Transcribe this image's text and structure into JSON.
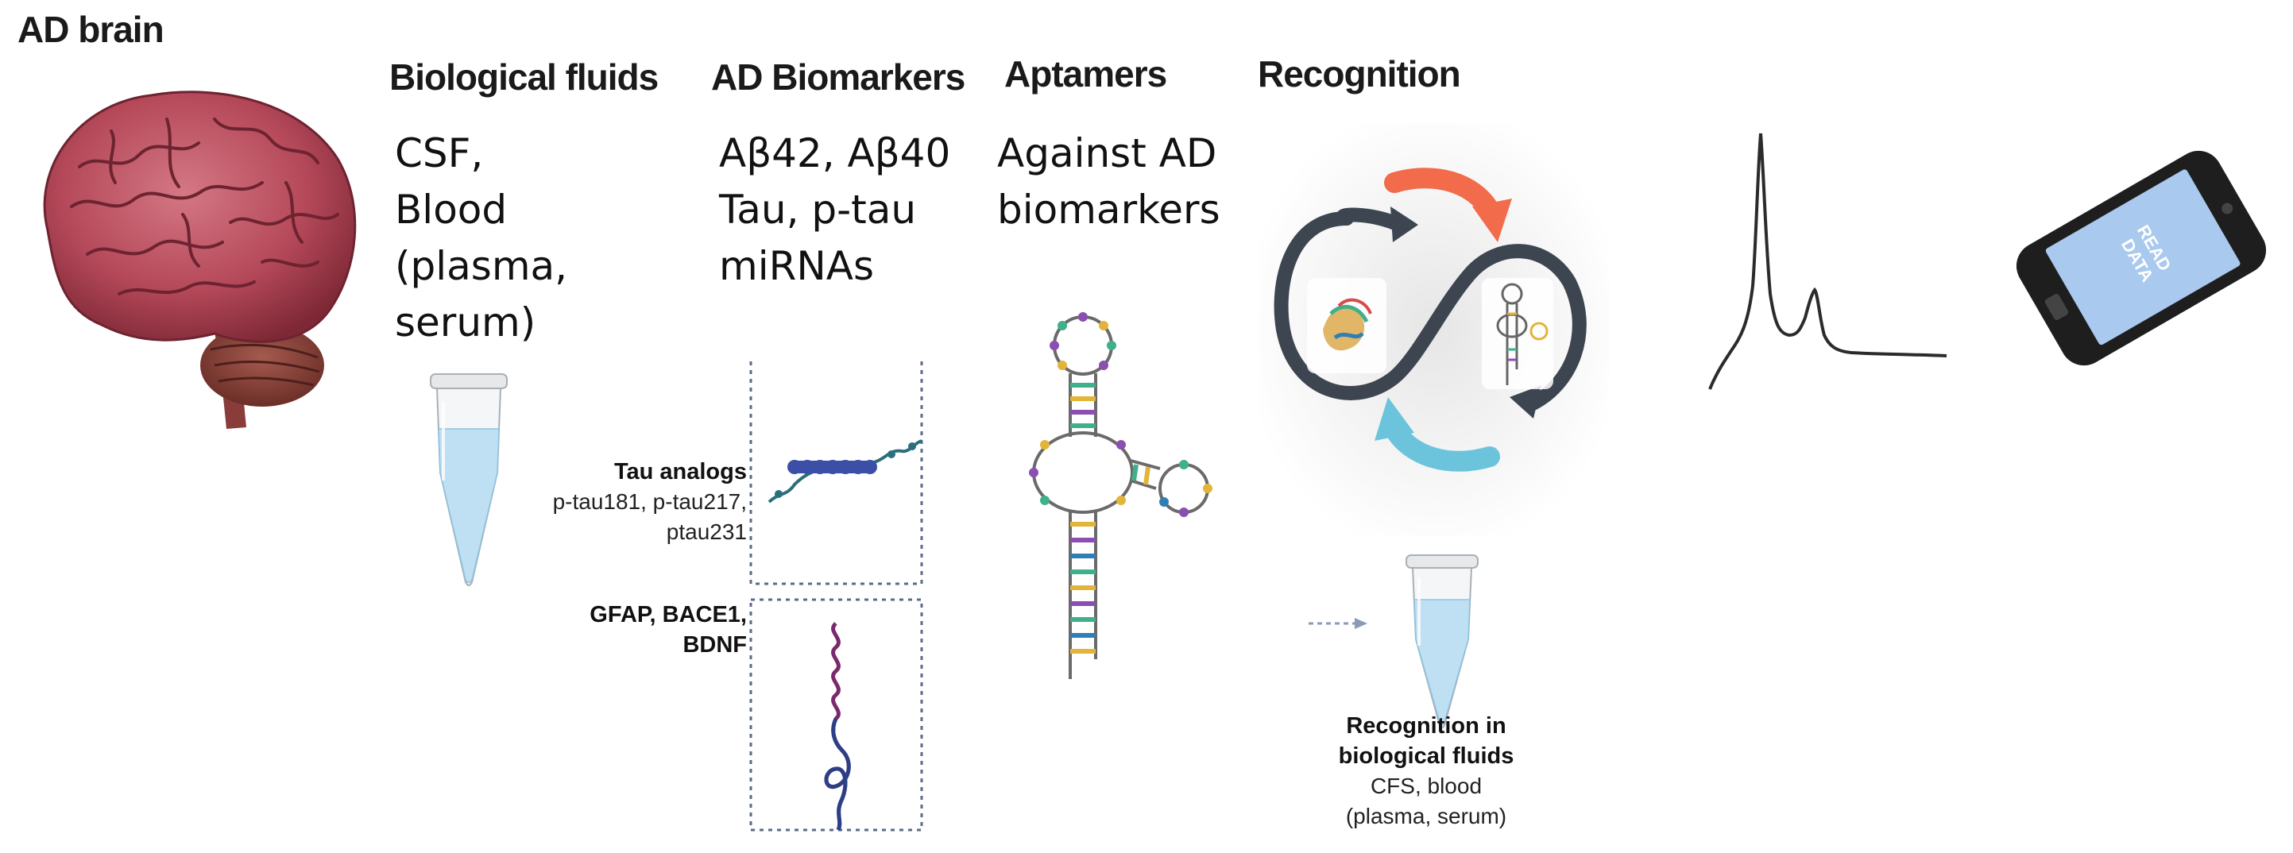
{
  "headings": {
    "ad_brain": "AD brain",
    "biological_fluids": "Biological fluids",
    "ad_biomarkers": "AD Biomarkers",
    "aptamers": "Aptamers",
    "recognition": "Recognition"
  },
  "fluids_text": [
    "CSF,",
    "Blood",
    "(plasma,",
    "serum)"
  ],
  "biomarkers_text": [
    "Aβ42, Aβ40",
    "Tau, p-tau",
    "miRNAs"
  ],
  "aptamers_text": [
    "Against AD",
    "biomarkers"
  ],
  "tau_box": {
    "title": "Tau analogs",
    "lines": [
      "p-tau181, p-tau217,",
      "ptau231"
    ]
  },
  "gfap_box": {
    "lines": [
      "GFAP, BACE1,",
      "BDNF"
    ]
  },
  "recognition_fluids": {
    "title_lines": [
      "Recognition in",
      "biological fluids"
    ],
    "detail_lines": [
      "CFS, blood",
      "(plasma, serum)"
    ]
  },
  "phone": {
    "screen_lines": [
      "READ",
      "DATA"
    ]
  },
  "colors": {
    "brain": "#b5495a",
    "tube_liquid": "#bfe0f2",
    "arrow_orange": "#f26b4a",
    "arrow_blue": "#6cc4dc",
    "loop_gray": "#3d4650",
    "phone_screen": "#a9c9ee",
    "box_border": "#5a6a8a"
  },
  "icons": [
    "brain-illustration",
    "test-tube",
    "tau-protein",
    "rna-strand",
    "aptamer-structure",
    "recognition-cycle",
    "signal-peaks",
    "smartphone"
  ]
}
